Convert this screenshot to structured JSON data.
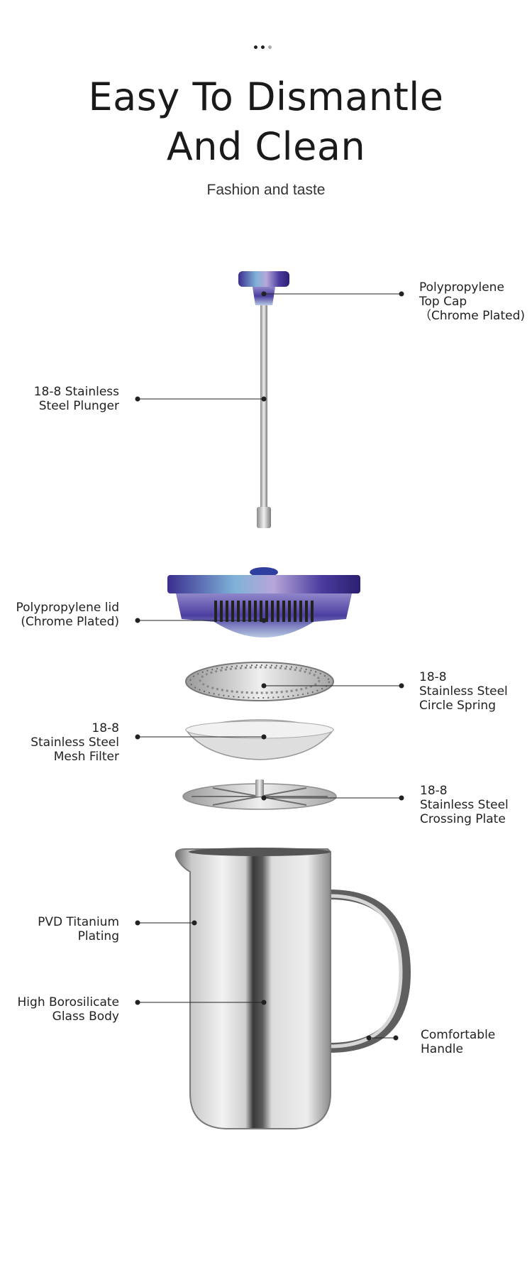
{
  "header": {
    "title_line1": "Easy To Dismantle",
    "title_line2": "And Clean",
    "subtitle": "Fashion and taste"
  },
  "labels": {
    "top_cap": [
      "Polypropylene",
      "Top Cap",
      "（Chrome Plated)"
    ],
    "plunger": [
      "18-8 Stainless",
      "Steel Plunger"
    ],
    "lid": [
      "Polypropylene lid",
      "(Chrome Plated)"
    ],
    "spring": [
      "18-8",
      "Stainless Steel",
      "Circle Spring"
    ],
    "mesh": [
      "18-8",
      "Stainless Steel",
      "Mesh Filter"
    ],
    "plate": [
      "18-8",
      "Stainless Steel",
      "Crossing Plate"
    ],
    "pvd": [
      "PVD Titanium",
      "Plating"
    ],
    "glass": [
      "High Borosilicate",
      "Glass Body"
    ],
    "handle": [
      "Comfortable",
      "Handle"
    ]
  },
  "colors": {
    "accent_blue": "#5d4fb3",
    "steel": "#bdbdbd",
    "text": "#222222"
  }
}
